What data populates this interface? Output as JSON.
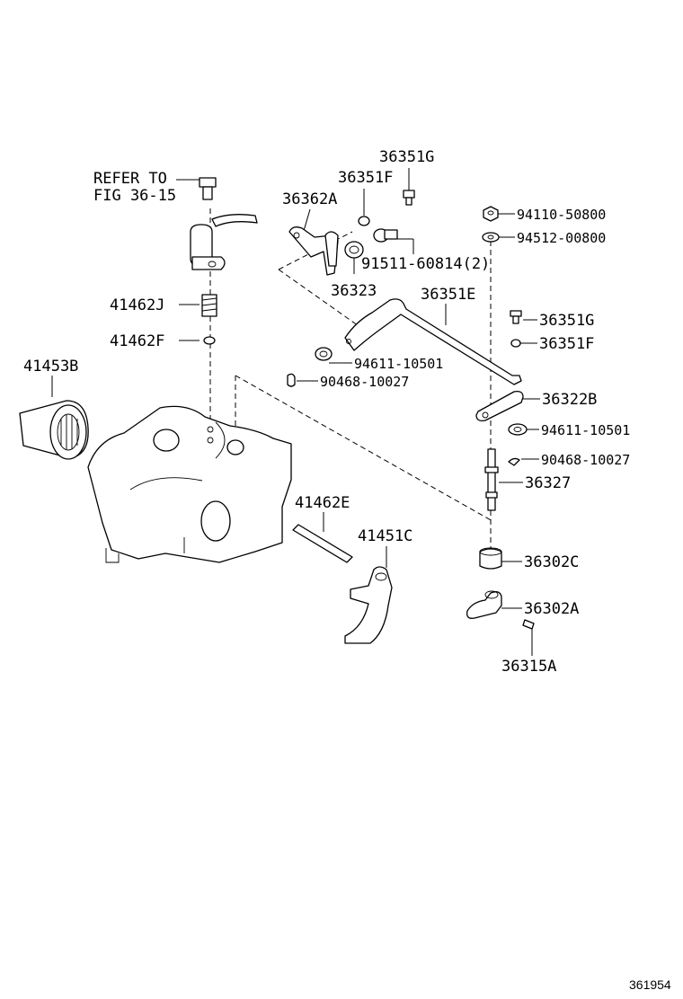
{
  "diagram": {
    "refer_line1": "REFER TO",
    "refer_line2": "FIG 36-15",
    "reference_number": "361954",
    "labels": {
      "p36351G_top": "36351G",
      "p36351F_top": "36351F",
      "p36362A": "36362A",
      "p94110_50800": "94110-50800",
      "p94512_00800": "94512-00800",
      "p91511_60814": "91511-60814(2)",
      "p36323": "36323",
      "p36351E": "36351E",
      "p41462J": "41462J",
      "p41462F": "41462F",
      "p36351G_right": "36351G",
      "p36351F_right": "36351F",
      "p41453B": "41453B",
      "p94611_10501_mid": "94611-10501",
      "p90468_10027_mid": "90468-10027",
      "p36322B": "36322B",
      "p94611_10501_right": "94611-10501",
      "p90468_10027_right": "90468-10027",
      "p36327": "36327",
      "p41462E": "41462E",
      "p41451C": "41451C",
      "p36302C": "36302C",
      "p36302A": "36302A",
      "p36315A": "36315A"
    }
  }
}
